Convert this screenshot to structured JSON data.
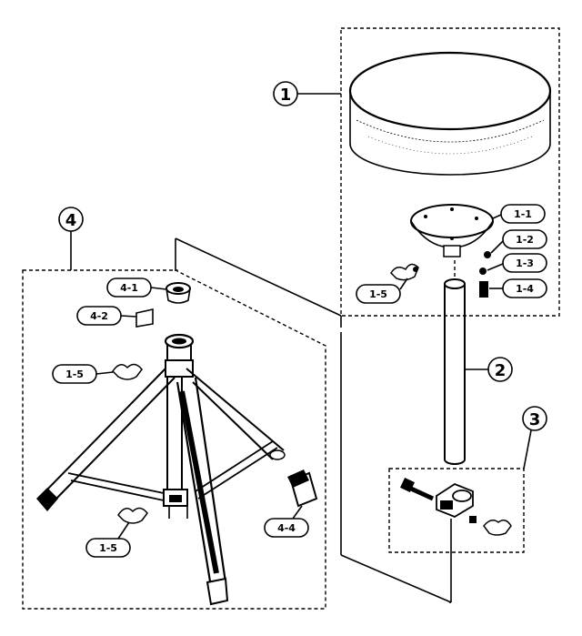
{
  "callouts": {
    "c1": "1",
    "c2": "2",
    "c3": "3",
    "c4": "4",
    "c1_1": "1-1",
    "c1_2": "1-2",
    "c1_3": "1-3",
    "c1_4": "1-4",
    "c1_5_seat": "1-5",
    "c4_1": "4-1",
    "c4_2": "4-2",
    "c1_5_upper": "1-5",
    "c1_5_lower": "1-5",
    "c4_4": "4-4"
  }
}
